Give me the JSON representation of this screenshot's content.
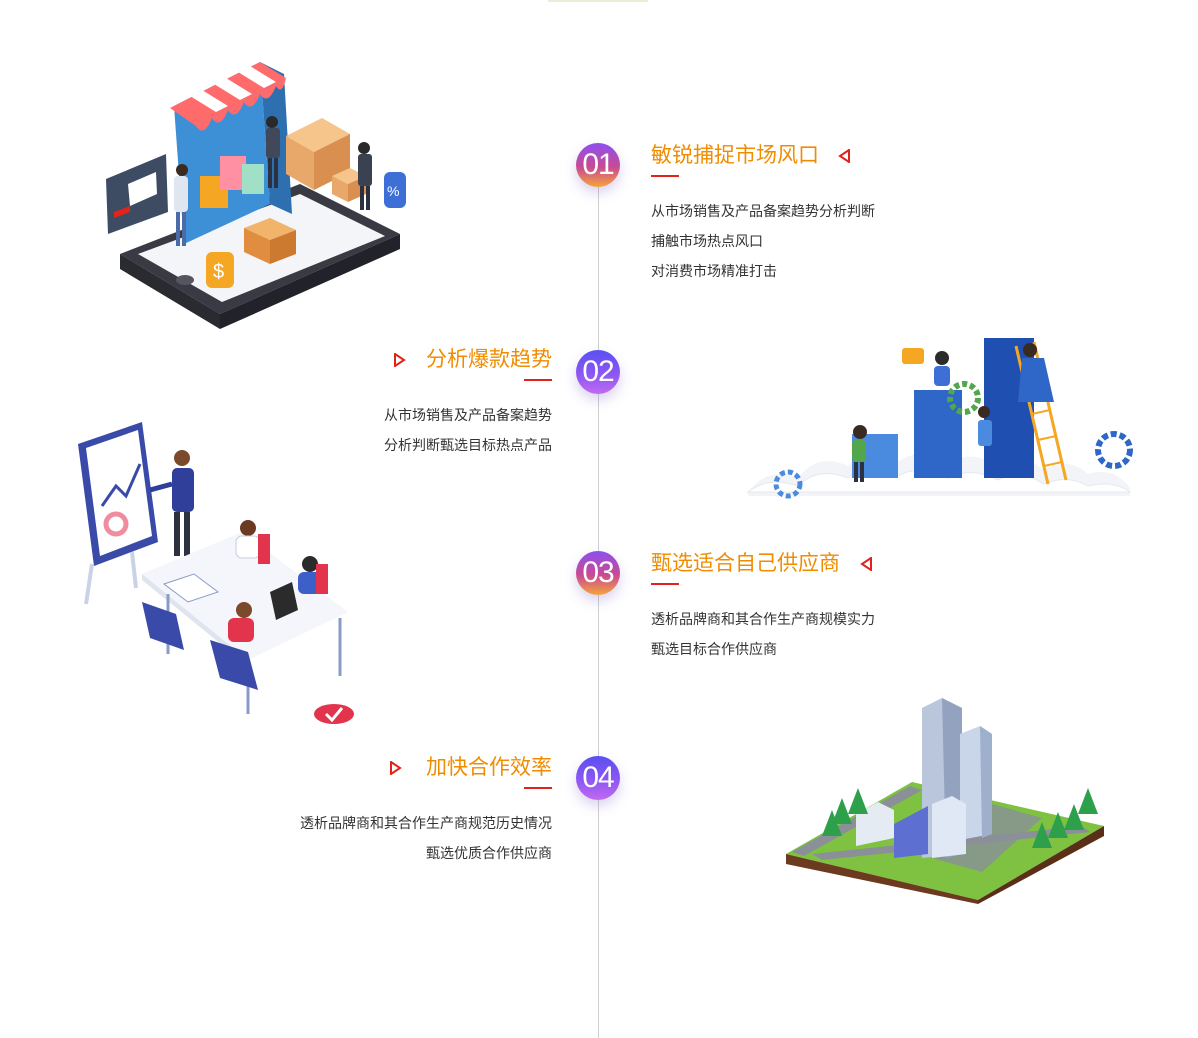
{
  "steps": [
    {
      "number": "01",
      "title": "敏锐捕捉市场风口",
      "lines": [
        "从市场销售及产品备案趋势分析判断",
        "捕触市场热点风口",
        "对消费市场精准打击"
      ]
    },
    {
      "number": "02",
      "title": "分析爆款趋势",
      "lines": [
        "从市场销售及产品备案趋势",
        "分析判断甄选目标热点产品"
      ]
    },
    {
      "number": "03",
      "title": "甄选适合自己供应商",
      "lines": [
        "透析品牌商和其合作生产商规模实力",
        "甄选目标合作供应商"
      ]
    },
    {
      "number": "04",
      "title": "加快合作效率",
      "lines": [
        "透析品牌商和其合作生产商规范历史情况",
        "甄选优质合作供应商"
      ]
    }
  ],
  "colors": {
    "title": "#f08c00",
    "accent_red": "#e2231a",
    "line": "#cfcfcf",
    "text": "#333333"
  },
  "icons": {
    "step1": "online-shop-illustration",
    "step2": "team-growth-illustration",
    "step3": "meeting-illustration",
    "step4": "city-block-illustration"
  }
}
